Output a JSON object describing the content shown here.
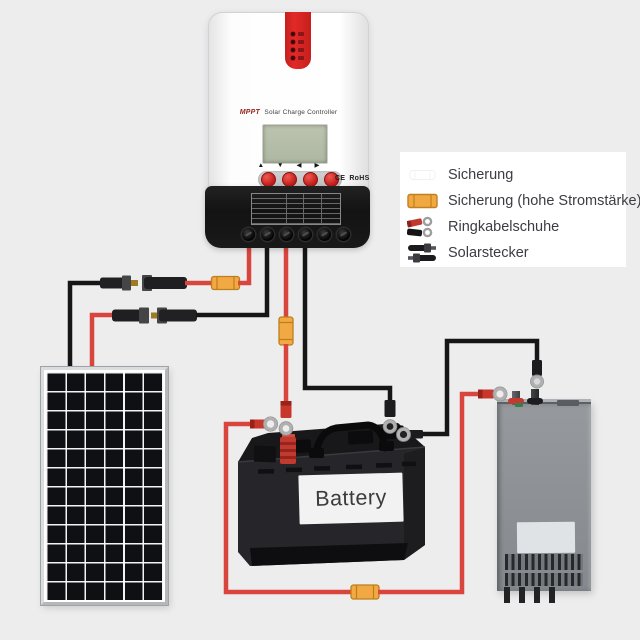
{
  "diagram": {
    "type": "solar-charge-controller-wiring-diagram",
    "background": "#ededee"
  },
  "controller": {
    "brand": "MPPT",
    "title": "Solar Charge Controller",
    "cert_ce": "CE",
    "cert_rohs": "RoHS",
    "arrow_up": "▲",
    "arrow_down": "▼",
    "arrow_left": "◀",
    "arrow_right": "▶",
    "accent_red": "#dc2a28"
  },
  "battery": {
    "label": "Battery"
  },
  "legend": {
    "items": [
      {
        "label": "Sicherung",
        "icon": "fuse-small-icon",
        "icon_color": "#ffffff"
      },
      {
        "label": "Sicherung (hohe Stromstärke)",
        "icon": "fuse-large-icon",
        "icon_color": "#f0a843"
      },
      {
        "label": "Ringkabelschuhe",
        "icon": "ring-terminals-icon",
        "icon_color": "#c0392e"
      },
      {
        "label": "Solarstecker",
        "icon": "solar-connectors-icon",
        "icon_color": "#1b1b1e"
      }
    ]
  },
  "colors": {
    "wire_red": "#d8453c",
    "wire_black": "#161616",
    "fuse_fill": "#f2a843",
    "fuse_stroke": "#bd7f1c"
  }
}
